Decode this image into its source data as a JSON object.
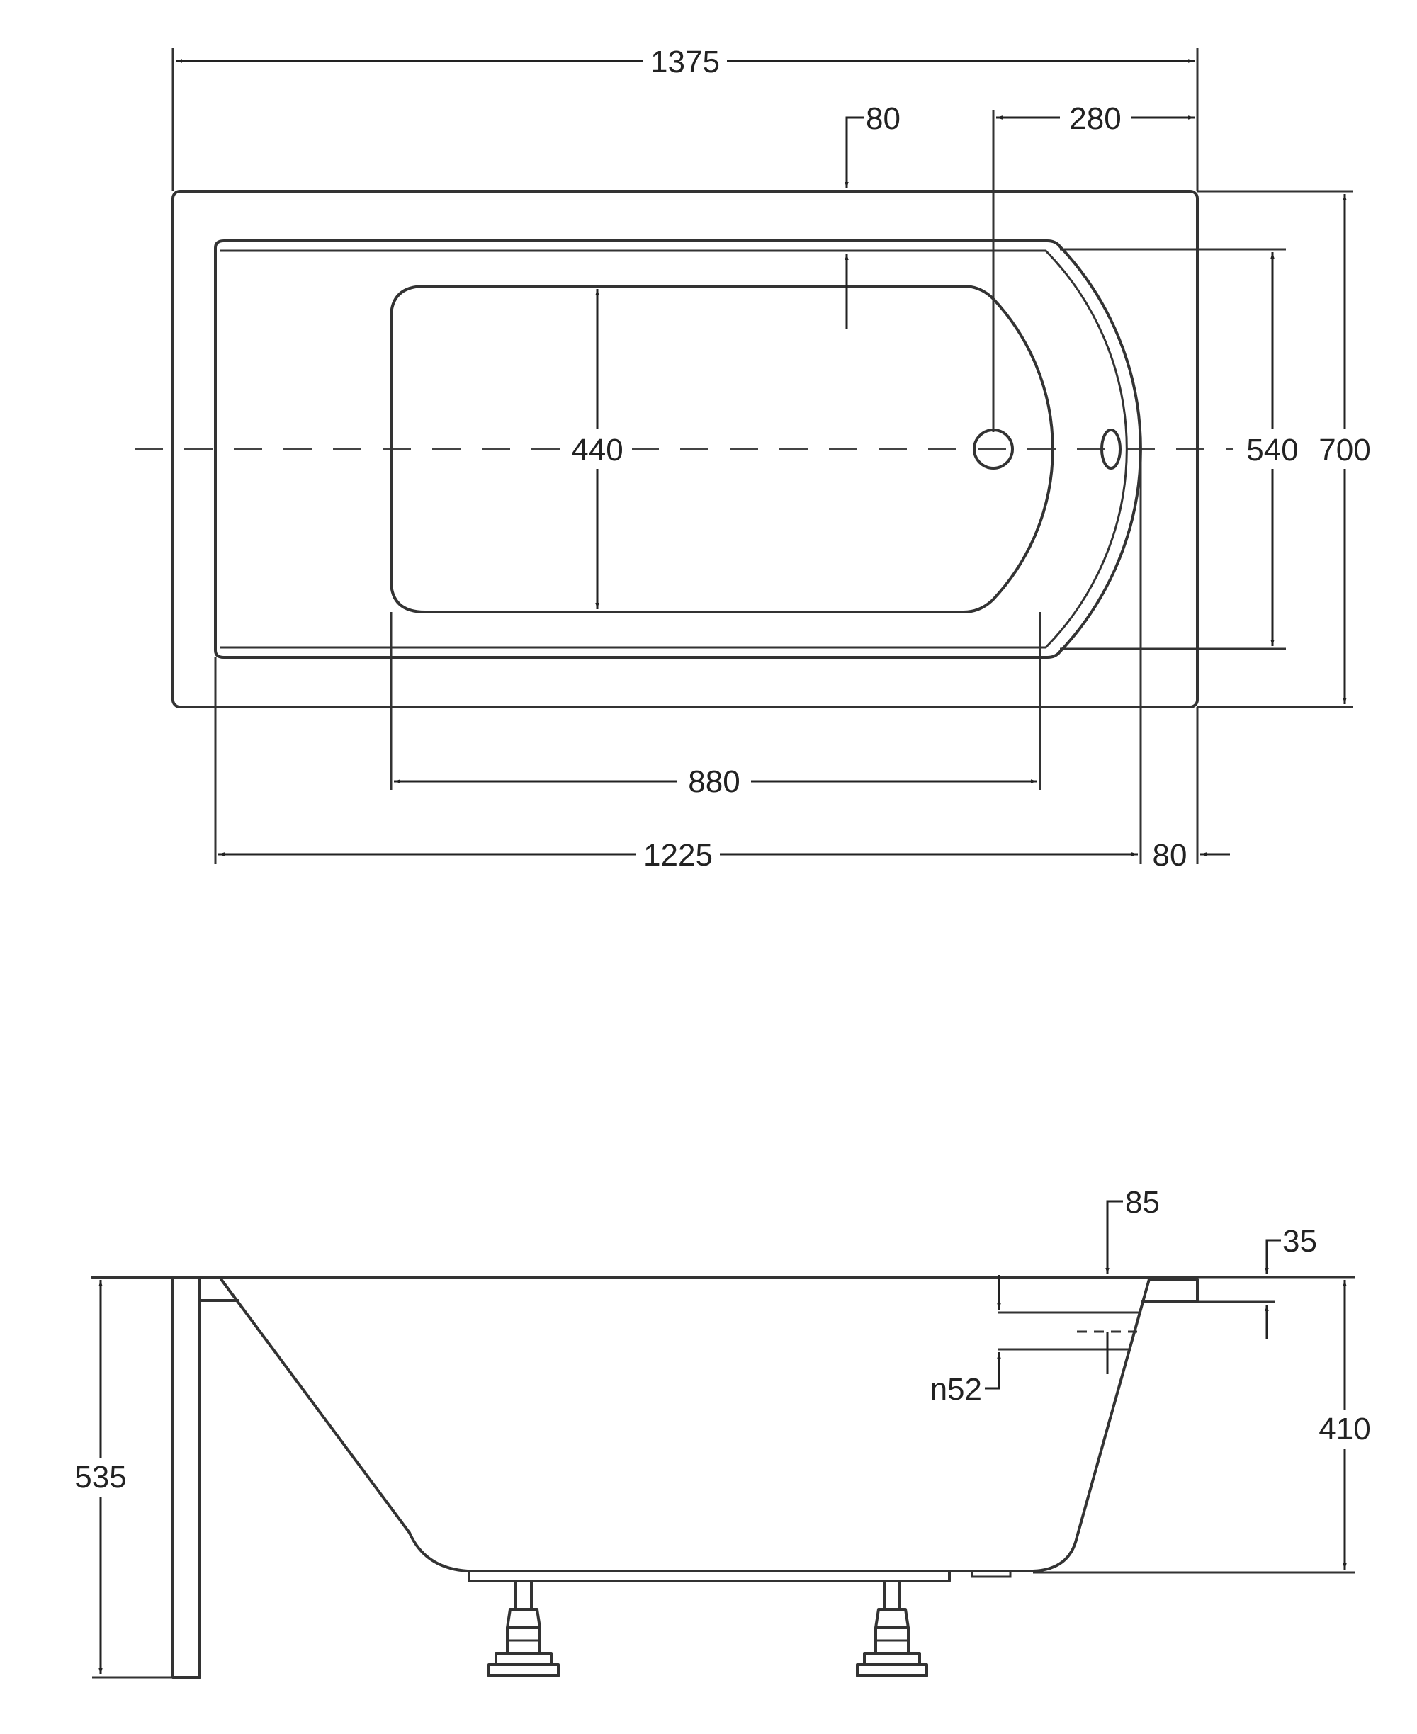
{
  "top_view": {
    "dim_overall_length": "1375",
    "dim_rim_width": "80",
    "dim_drain_offset": "280",
    "dim_inner_width": "440",
    "dim_basin_width": "540",
    "dim_overall_width": "700",
    "dim_floor_length": "880",
    "dim_basin_length": "1225",
    "dim_end_rim": "80"
  },
  "side_view": {
    "dim_rim_to_overflow": "85",
    "dim_rim_thickness": "35",
    "dim_overflow_diameter": "n52",
    "dim_total_height": "535",
    "dim_basin_depth": "410"
  },
  "colors": {
    "line": "#333333",
    "background": "#ffffff"
  }
}
